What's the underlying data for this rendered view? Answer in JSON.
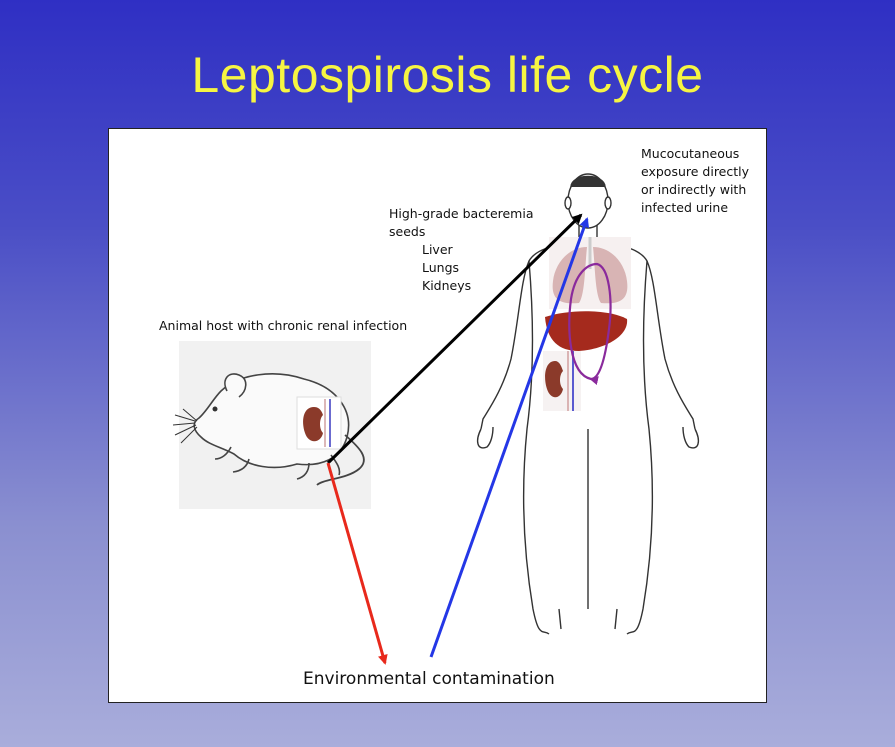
{
  "slide": {
    "title": "Leptospirosis life cycle"
  },
  "labels": {
    "animal_host": "Animal host with chronic renal infection",
    "bacteremia_line1": "High-grade bacteremia",
    "bacteremia_line2": "seeds",
    "organ_liver": "Liver",
    "organ_lungs": "Lungs",
    "organ_kidneys": "Kidneys",
    "exposure_line1": "Mucocutaneous",
    "exposure_line2": "exposure directly",
    "exposure_line3": "or indirectly with",
    "exposure_line4": "infected urine",
    "environment": "Environmental contamination"
  },
  "colors": {
    "title": "#f6f542",
    "arrow_bacteremia": "#000000",
    "arrow_shedding": "#e8291c",
    "arrow_exposure": "#2437e6",
    "dissemination_loop": "#8a2a9c"
  }
}
